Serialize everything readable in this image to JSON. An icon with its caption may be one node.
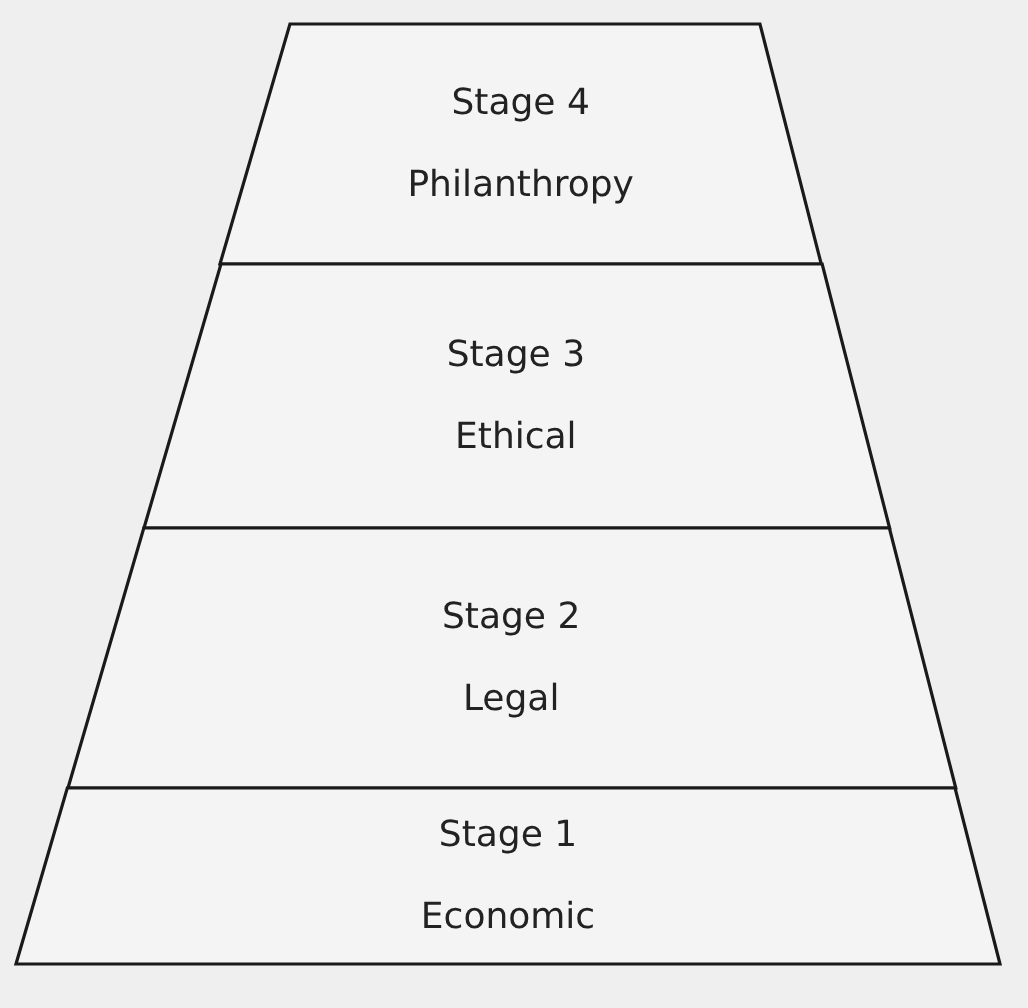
{
  "diagram": {
    "nodes": [
      {
        "text": [
          "Stage 4",
          "Philanthropy"
        ]
      },
      {
        "text": [
          "Stage 3",
          "Ethical"
        ]
      },
      {
        "text": [
          "Stage 2",
          "Legal"
        ]
      },
      {
        "text": [
          "Stage 1",
          "Economic"
        ]
      }
    ]
  }
}
